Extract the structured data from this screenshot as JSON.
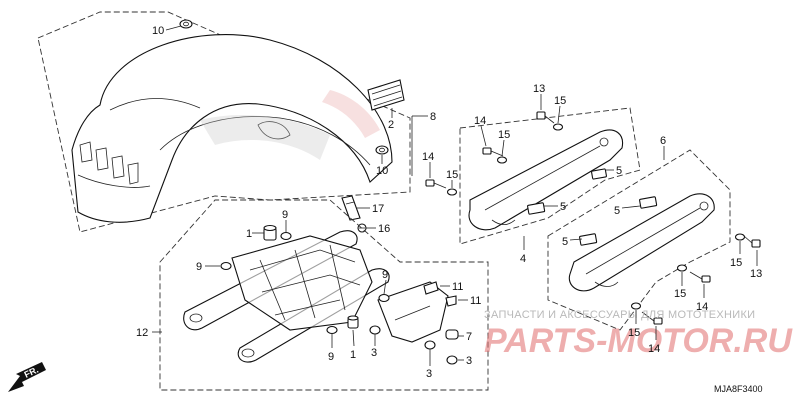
{
  "diagram": {
    "code": "MJA8F3400",
    "direction_label": "FR.",
    "watermark": {
      "top_text": "ЗАПЧАСТИ И АКСЕССУАРЫ ДЛЯ МОТОТЕХНИКИ",
      "logo_text": "PARTS-MOTOR.RU"
    },
    "callouts": [
      {
        "id": "c10a",
        "label": "10"
      },
      {
        "id": "c8",
        "label": "8"
      },
      {
        "id": "c2",
        "label": "2"
      },
      {
        "id": "c10b",
        "label": "10"
      },
      {
        "id": "c17",
        "label": "17"
      },
      {
        "id": "c16",
        "label": "16"
      },
      {
        "id": "c13a",
        "label": "13"
      },
      {
        "id": "c15a",
        "label": "15"
      },
      {
        "id": "c14a",
        "label": "14"
      },
      {
        "id": "c15b",
        "label": "15"
      },
      {
        "id": "c14b",
        "label": "14"
      },
      {
        "id": "c15c",
        "label": "15"
      },
      {
        "id": "c5a",
        "label": "5"
      },
      {
        "id": "c5b",
        "label": "5"
      },
      {
        "id": "c4",
        "label": "4"
      },
      {
        "id": "c6",
        "label": "6"
      },
      {
        "id": "c5c",
        "label": "5"
      },
      {
        "id": "c5d",
        "label": "5"
      },
      {
        "id": "c15d",
        "label": "15"
      },
      {
        "id": "c13b",
        "label": "13"
      },
      {
        "id": "c15e",
        "label": "15"
      },
      {
        "id": "c14c",
        "label": "14"
      },
      {
        "id": "c15f",
        "label": "15"
      },
      {
        "id": "c14d",
        "label": "14"
      },
      {
        "id": "c9a",
        "label": "9"
      },
      {
        "id": "c1a",
        "label": "1"
      },
      {
        "id": "c9b",
        "label": "9"
      },
      {
        "id": "c9c",
        "label": "9"
      },
      {
        "id": "c11a",
        "label": "11"
      },
      {
        "id": "c11b",
        "label": "11"
      },
      {
        "id": "c12",
        "label": "12"
      },
      {
        "id": "c9d",
        "label": "9"
      },
      {
        "id": "c1b",
        "label": "1"
      },
      {
        "id": "c3a",
        "label": "3"
      },
      {
        "id": "c7",
        "label": "7"
      },
      {
        "id": "c3b",
        "label": "3"
      },
      {
        "id": "c3c",
        "label": "3"
      }
    ]
  }
}
